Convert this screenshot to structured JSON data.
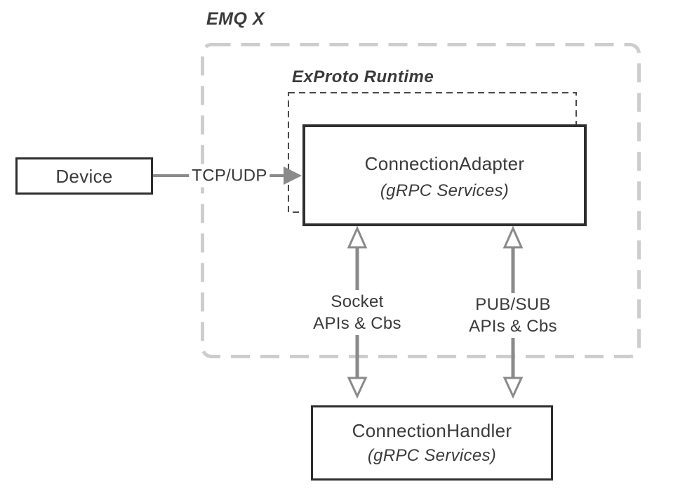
{
  "diagram": {
    "outer_zone_label": "EMQ X",
    "runtime_zone_label": "ExProto Runtime",
    "nodes": {
      "device": {
        "label": "Device"
      },
      "adapter": {
        "title": "ConnectionAdapter",
        "subtitle": "(gRPC Services)"
      },
      "handler": {
        "title": "ConnectionHandler",
        "subtitle": "(gRPC Services)"
      }
    },
    "edges": {
      "tcp_udp": {
        "label": "TCP/UDP"
      },
      "socket": {
        "line1": "Socket",
        "line2": "APIs & Cbs"
      },
      "pubsub": {
        "line1": "PUB/SUB",
        "line2": "APIs & Cbs"
      }
    },
    "colors": {
      "outer_dash_border": "#cdcdcd",
      "inner_dash_border": "#4a4a4a",
      "solid_box_border": "#2e2e2e",
      "arrow": "#8a8a8a",
      "text": "#3a3a3a",
      "background": "#ffffff"
    }
  }
}
